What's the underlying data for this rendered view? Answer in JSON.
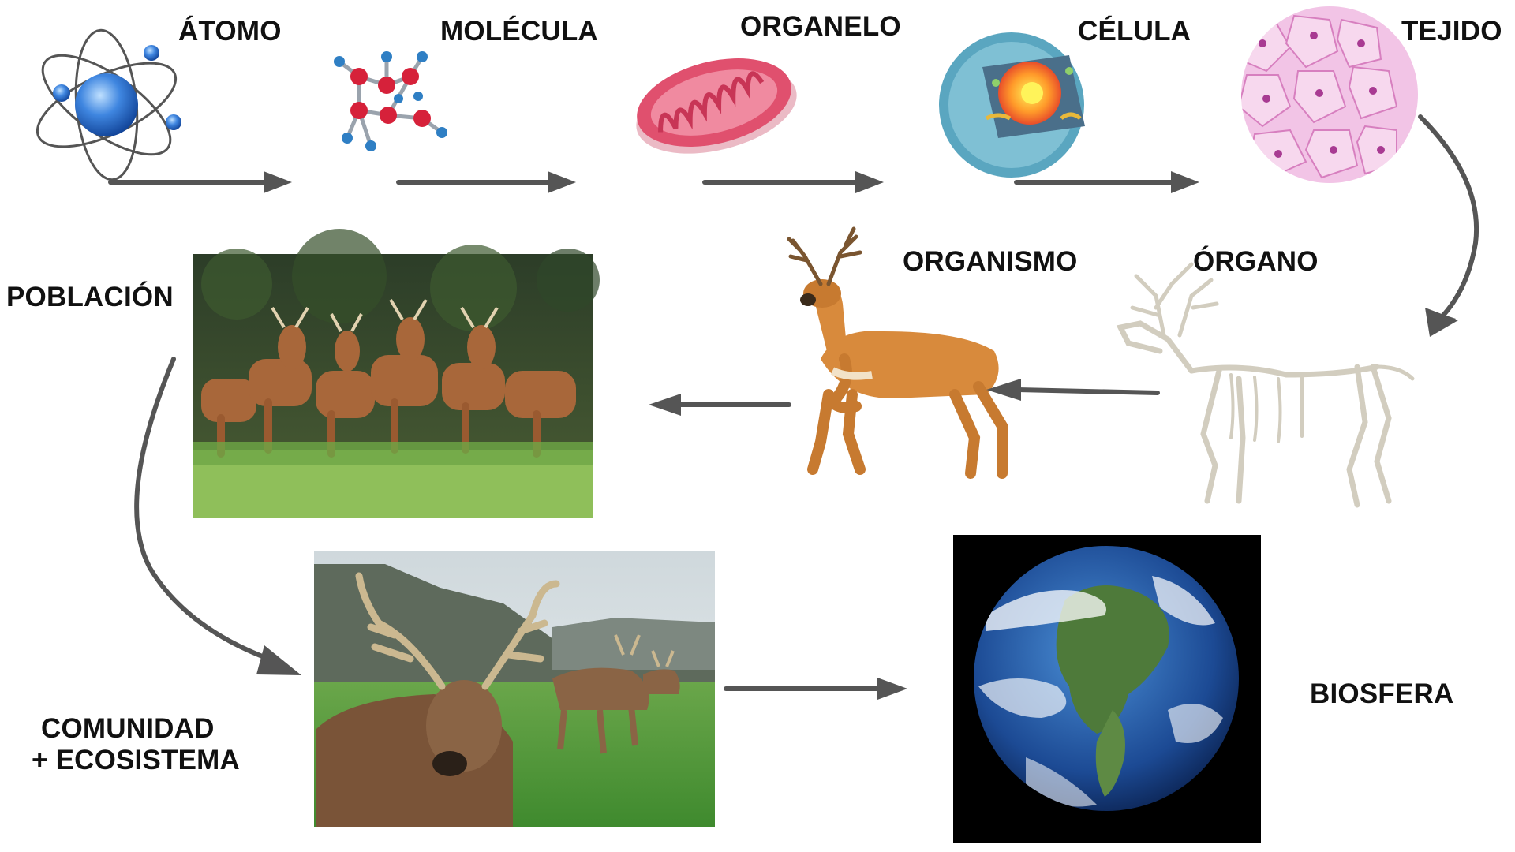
{
  "levels": {
    "atomo": "ÁTOMO",
    "molecula": "MOLÉCULA",
    "organelo": "ORGANELO",
    "celula": "CÉLULA",
    "tejido": "TEJIDO",
    "organo": "ÓRGANO",
    "organismo": "ORGANISMO",
    "poblacion": "POBLACIÓN",
    "comunidad_line1": "COMUNIDAD",
    "comunidad_line2": "+ ECOSISTEMA",
    "biosfera": "BIOSFERA"
  },
  "colors": {
    "arrow": "#555555",
    "label": "#111111",
    "mitochondria": "#e0506e",
    "cell": "#5aa6c0",
    "tissue": "#e8a0d4",
    "deer": "#d88a3c",
    "earth_ocean": "#1f4f9a",
    "space": "#000000"
  },
  "icons": [
    "atom-icon",
    "molecule-icon",
    "mitochondrion-icon",
    "cell-icon",
    "tissue-icon",
    "skeleton-icon",
    "deer-icon",
    "herd-photo",
    "ecosystem-photo",
    "earth-icon"
  ]
}
